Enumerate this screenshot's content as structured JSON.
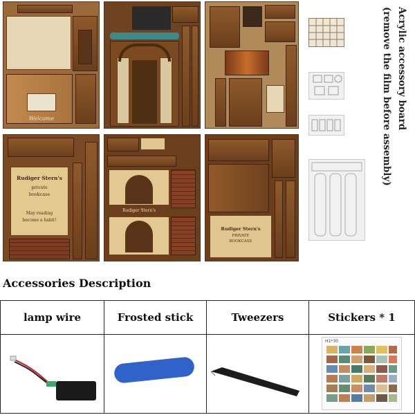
{
  "acrylic": {
    "line1": "Acrylic accessory board",
    "line2": "(remove the film before assembly)"
  },
  "panels": {
    "nameplate_left": {
      "line1": "Rudiger Stern's",
      "line2": "private",
      "line3": "bookcase",
      "line4": "May reading",
      "line5": "become a habit!"
    },
    "nameplate_right": {
      "line1": "Rudiger Stern's",
      "line2": "PRIVATE",
      "line3": "BOOKCASE"
    },
    "welcome": "Welcome"
  },
  "section_title": "Accessories Description",
  "accessories": [
    {
      "label": "lamp wire"
    },
    {
      "label": "Frosted stick"
    },
    {
      "label": "Tweezers"
    },
    {
      "label": "Stickers * 1"
    }
  ],
  "sticker_sheet_label": "H1*30",
  "colors": {
    "wood": "#7a4a24",
    "wood_light": "#e7d6b4",
    "frosted_stick": "#2f63c9",
    "lamp_box": "#1a1a1a"
  }
}
